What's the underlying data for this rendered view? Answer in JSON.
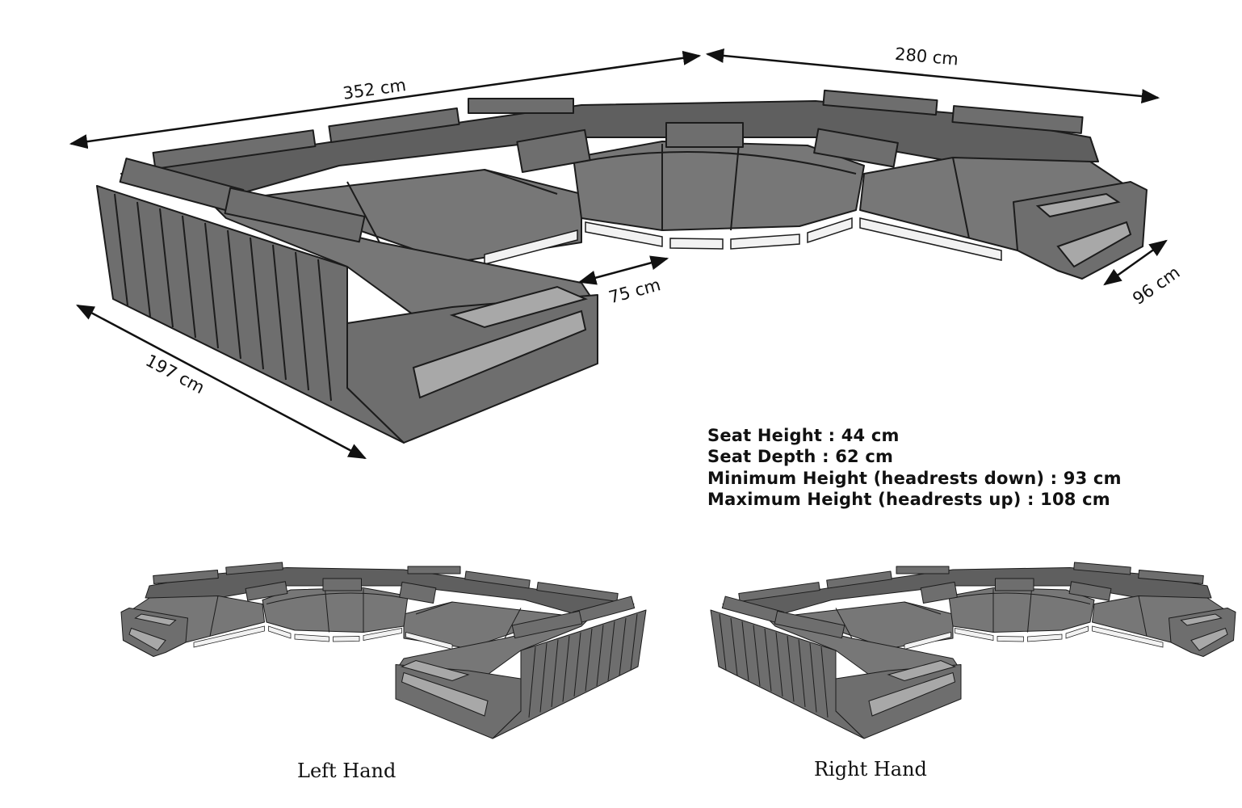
{
  "dimensions": {
    "width_left": "352 cm",
    "width_right": "280 cm",
    "depth_left": "197 cm",
    "depth_right": "96 cm",
    "chaise_inner": "75 cm"
  },
  "specs": {
    "seat_height": "Seat Height  : 44 cm",
    "seat_depth": "Seat Depth : 62 cm",
    "min_height": "Minimum Height (headrests down) : 93 cm",
    "max_height": "Maximum Height (headrests up) : 108 cm"
  },
  "variants": {
    "left": "Left Hand",
    "right": "Right Hand"
  },
  "colors": {
    "upholstery": "#6e6e6e",
    "led": "#f2f2f2",
    "outline": "#1c1c1c"
  }
}
